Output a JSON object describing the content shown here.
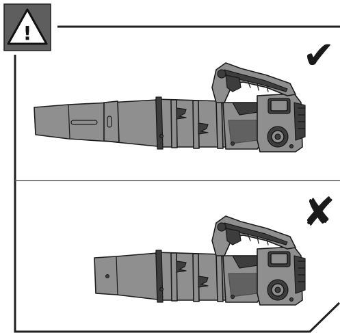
{
  "warning": {
    "icon": "warning-triangle-icon",
    "symbol": "!",
    "badge_color": "#5e5e5e"
  },
  "panels": [
    {
      "id": "correct",
      "mark_icon": "checkmark-icon",
      "mark_symbol": "✔",
      "nozzle": "long-tube"
    },
    {
      "id": "incorrect",
      "mark_icon": "cross-icon",
      "mark_symbol": "✘",
      "nozzle": "short-tube"
    }
  ],
  "colors": {
    "frame": "#1f1f1f",
    "divider": "#555555",
    "body_fill": "#8f8f8f",
    "body_dark": "#3d3d3d",
    "outline": "#1a1a1a",
    "mark": "#1a1a1a"
  }
}
